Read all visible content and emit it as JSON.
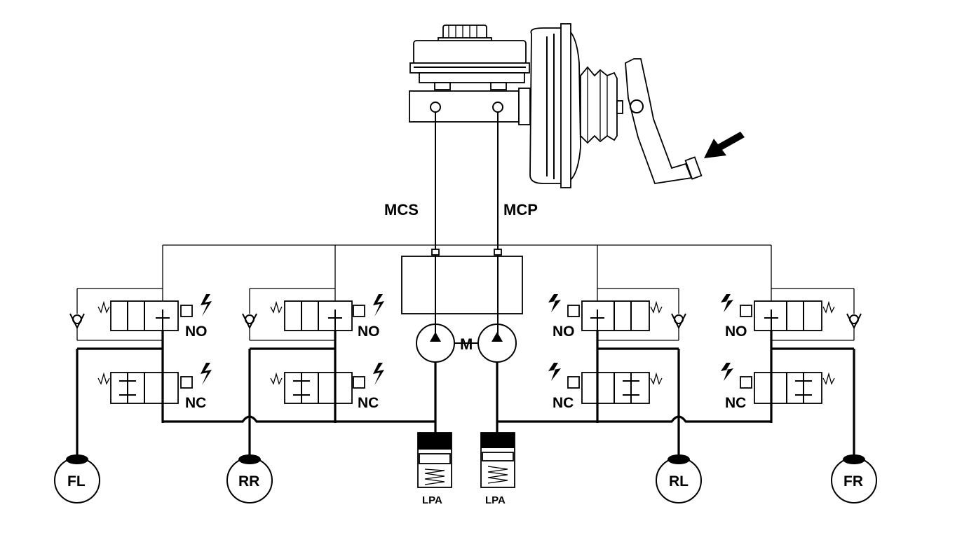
{
  "labels": {
    "mcs": "MCS",
    "mcp": "MCP",
    "motor": "M",
    "valve_no": "NO",
    "valve_nc": "NC",
    "lpa_left": "LPA",
    "lpa_right": "LPA",
    "wheel_fl": "FL",
    "wheel_rr": "RR",
    "wheel_rl": "RL",
    "wheel_fr": "FR"
  }
}
